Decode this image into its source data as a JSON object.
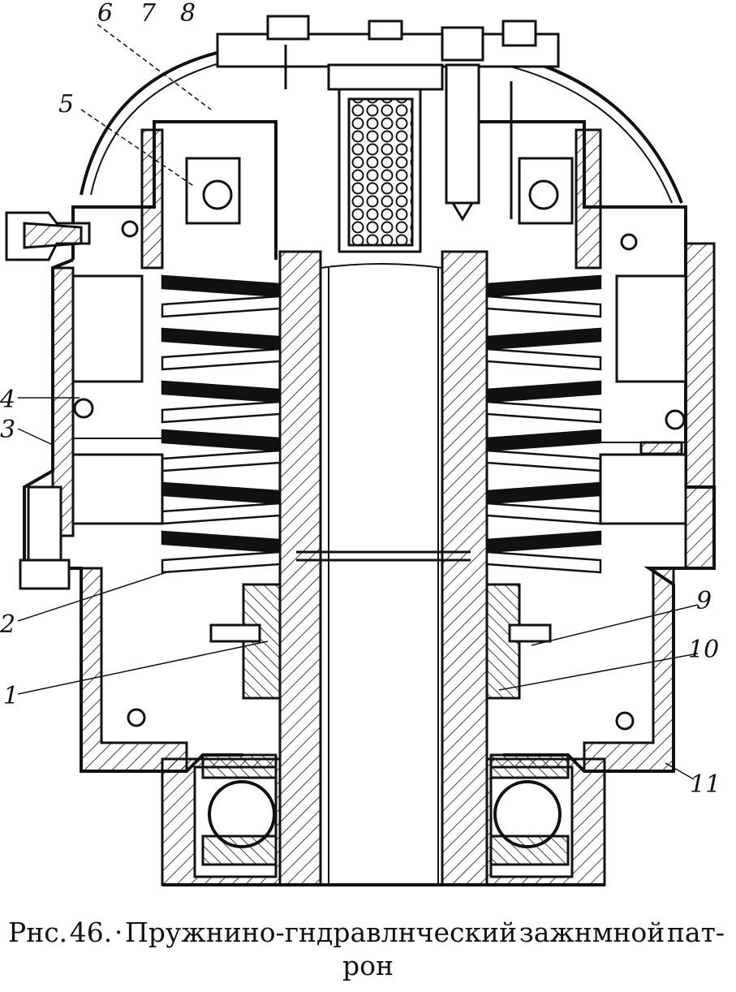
{
  "figure": {
    "labels": [
      "1",
      "2",
      "3",
      "4",
      "5",
      "6",
      "7",
      "8",
      "9",
      "10",
      "11"
    ],
    "caption": {
      "line1_parts": [
        "Рнс.",
        "46.",
        "·",
        "Пружнино-гндравлнческий",
        "зажнмной",
        "пат-"
      ],
      "line2": "рон"
    }
  }
}
